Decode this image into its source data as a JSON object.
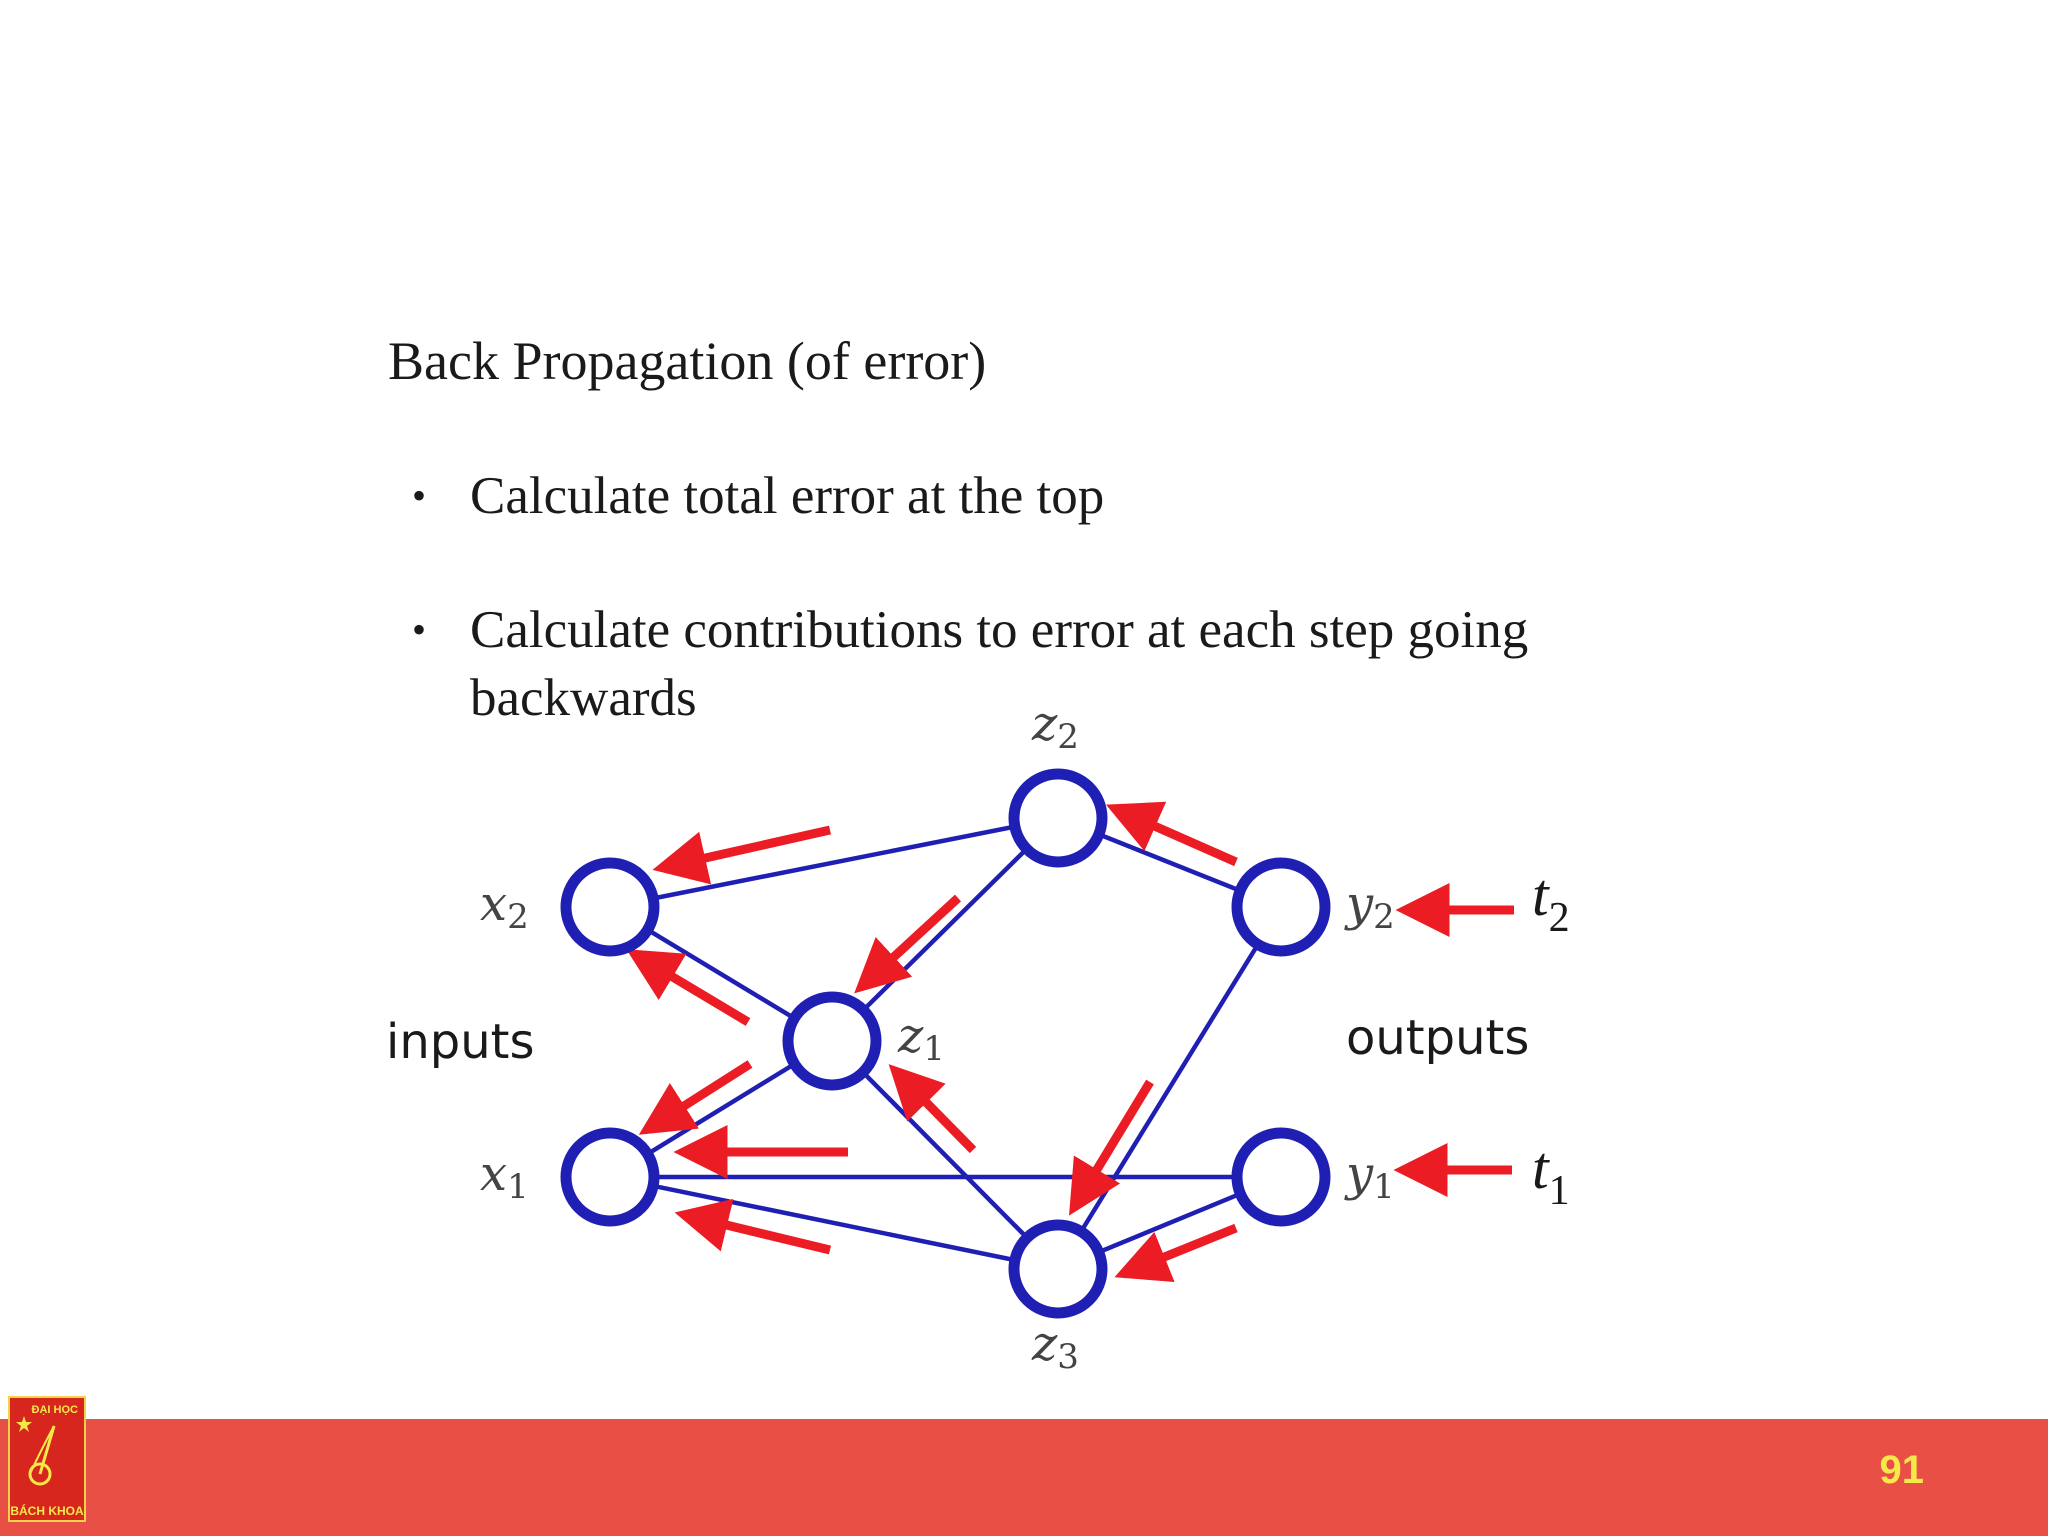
{
  "slide": {
    "title": "Back Propagation (of error)",
    "bullets": [
      "Calculate total error at the top",
      "Calculate contributions to error at each step going backwards"
    ],
    "page_number": "91"
  },
  "logo": {
    "top_text": "ĐẠI HỌC",
    "bottom_text": "BÁCH KHOA"
  },
  "diagram": {
    "group_labels": {
      "inputs": "inputs",
      "outputs": "outputs"
    },
    "nodes": {
      "x1": {
        "base": "x",
        "sub": "1"
      },
      "x2": {
        "base": "x",
        "sub": "2"
      },
      "z1": {
        "base": "z",
        "sub": "1"
      },
      "z2": {
        "base": "z",
        "sub": "2"
      },
      "z3": {
        "base": "z",
        "sub": "3"
      },
      "y1": {
        "base": "y",
        "sub": "1"
      },
      "y2": {
        "base": "y",
        "sub": "2"
      }
    },
    "targets": {
      "t1": {
        "base": "t",
        "sub": "1"
      },
      "t2": {
        "base": "t",
        "sub": "2"
      }
    },
    "colors": {
      "node": "#1f1fb4",
      "edge": "#1f1fb4",
      "arrow": "#ec1c24"
    }
  }
}
